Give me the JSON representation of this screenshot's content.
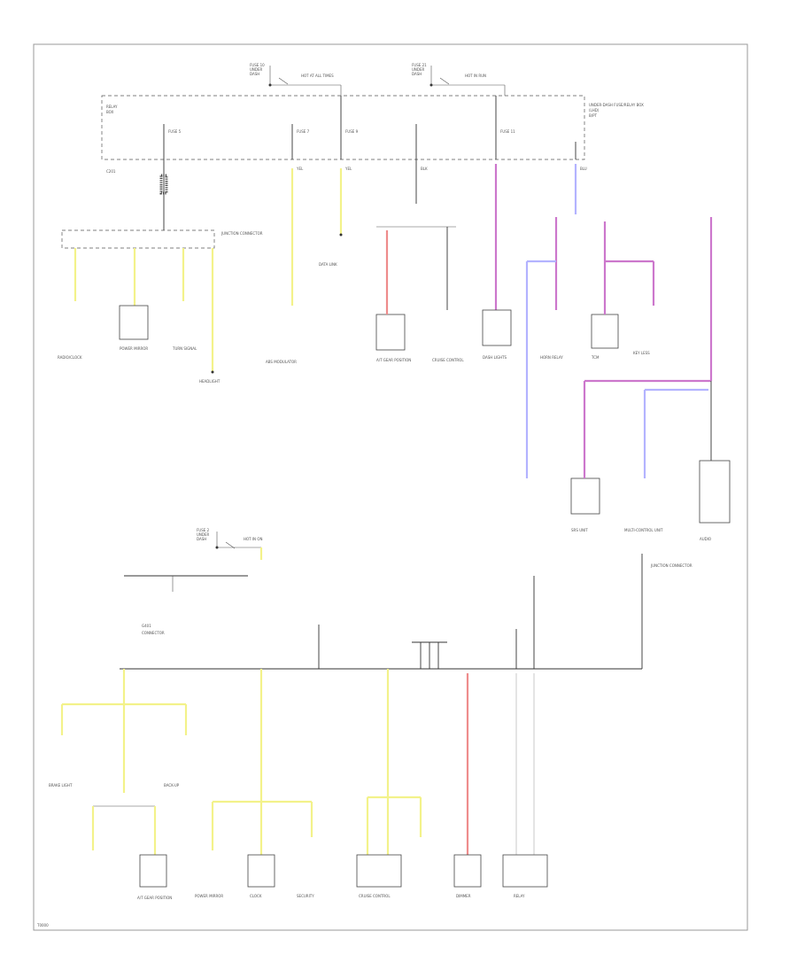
{
  "page": {
    "footer_code": "T0000"
  },
  "top_section": {
    "fuse_top_left_label": "HOT AT ALL TIMES",
    "fuse_top_right_label": "HOT IN RUN",
    "relay_box_label": "UNDER-DASH FUSE/RELAY BOX",
    "junction_label": "JUNCTION CONNECTOR",
    "loads_row1": [
      "RADIO/CLOCK",
      "POWER MIRROR",
      "TURN SIGNAL",
      "HEADLIGHT",
      "DATA LINK",
      "ABS MODULATOR",
      "A/T GEAR POSITION",
      "CRUISE CONTROL",
      "DASH LIGHTS",
      "HORN RELAY",
      "TCM"
    ],
    "loads_right": [
      "KEY LESS",
      "SRS UNIT",
      "MULTI-CONTROL UNIT",
      "AUDIO"
    ]
  },
  "bottom_section": {
    "fuse_label": "HOT IN ON",
    "ground_label": "G401",
    "junction_label": "JUNCTION CONNECTOR",
    "loads_row2": [
      "BRAKE LIGHT",
      "A/T GEAR POSITION",
      "BACK-UP",
      "CLOCK",
      "SECURITY",
      "CRUISE CONTROL",
      "POWER MIRROR",
      "DIMMER",
      "RELAY"
    ]
  },
  "wire_colors": {
    "yellow": "#f3f28a",
    "red": "#ee8c8c",
    "purple": "#cc77cc",
    "blue": "#b3b3ff",
    "white": "#bdbdbd"
  }
}
